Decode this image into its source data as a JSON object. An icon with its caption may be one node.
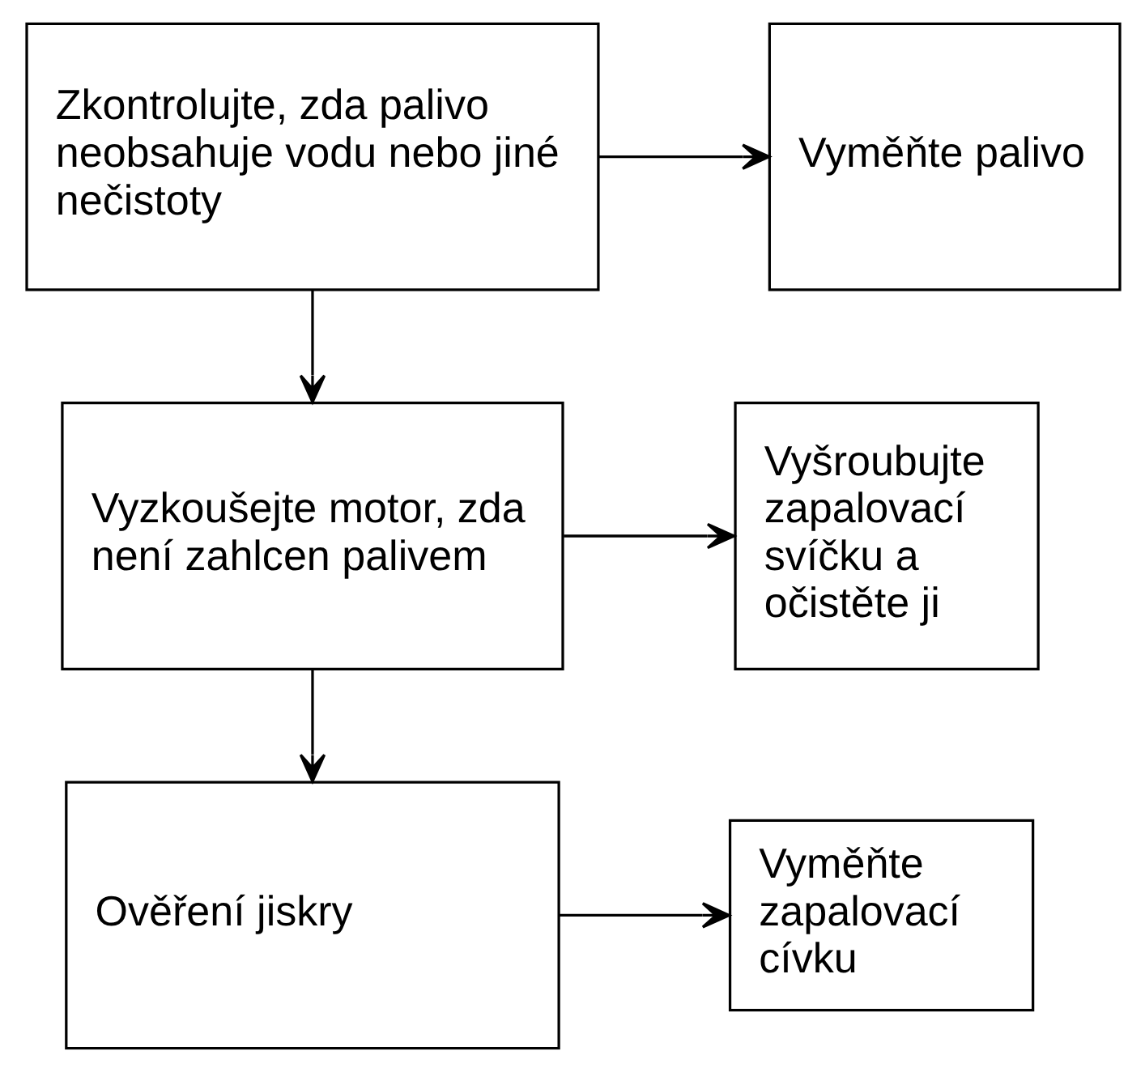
{
  "diagram": {
    "nodes": [
      {
        "text": [
          "Zkontrolujte, zda palivo neobsahuje vodu nebo jiné nečistoty"
        ]
      },
      {
        "text": [
          "Vyměňte palivo"
        ]
      },
      {
        "text": [
          "Vyzkoušejte motor, zda není zahlcen palivem"
        ]
      },
      {
        "text": [
          "Vyšroubujte zapalovací svíčku a očistěte ji"
        ]
      },
      {
        "text": [
          "Ověření jiskry"
        ]
      },
      {
        "text": [
          "Vyměňte zapalovací cívku"
        ]
      }
    ],
    "edges": [
      {
        "from": 0,
        "to": 1,
        "arrow": "to"
      },
      {
        "from": 0,
        "to": 2,
        "arrow": "to"
      },
      {
        "from": 2,
        "to": 3,
        "arrow": "to"
      },
      {
        "from": 2,
        "to": 4,
        "arrow": "to"
      },
      {
        "from": 4,
        "to": 5,
        "arrow": "to"
      }
    ]
  }
}
